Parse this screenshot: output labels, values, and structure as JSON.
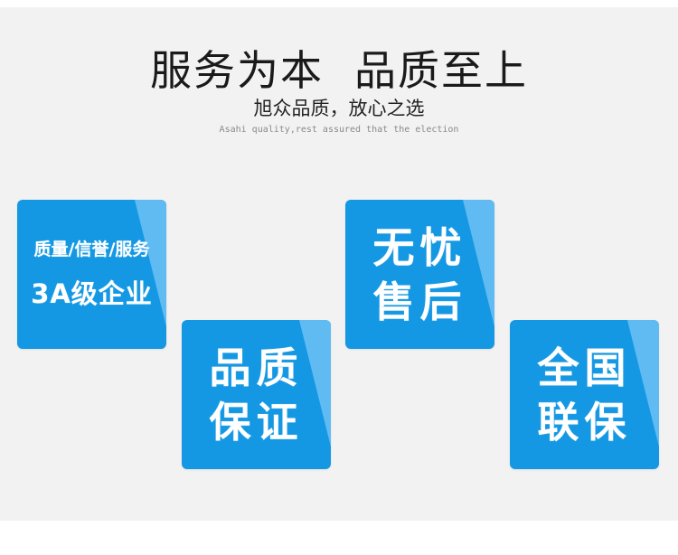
{
  "header": {
    "title_left": "服务为本",
    "title_right": "品质至上",
    "subtitle": "旭众品质，放心之选",
    "tagline": "Asahi quality,rest assured that the election"
  },
  "cards": [
    {
      "line1": "质量/信誉/服务",
      "line2": "3A级企业"
    },
    {
      "line1": "品质",
      "line2": "保证"
    },
    {
      "line1": "无忧",
      "line2": "售后"
    },
    {
      "line1": "全国",
      "line2": "联保"
    }
  ],
  "colors": {
    "card_primary": "#1598e3",
    "card_accent": "#64bdf3",
    "background": "#f2f2f2"
  }
}
